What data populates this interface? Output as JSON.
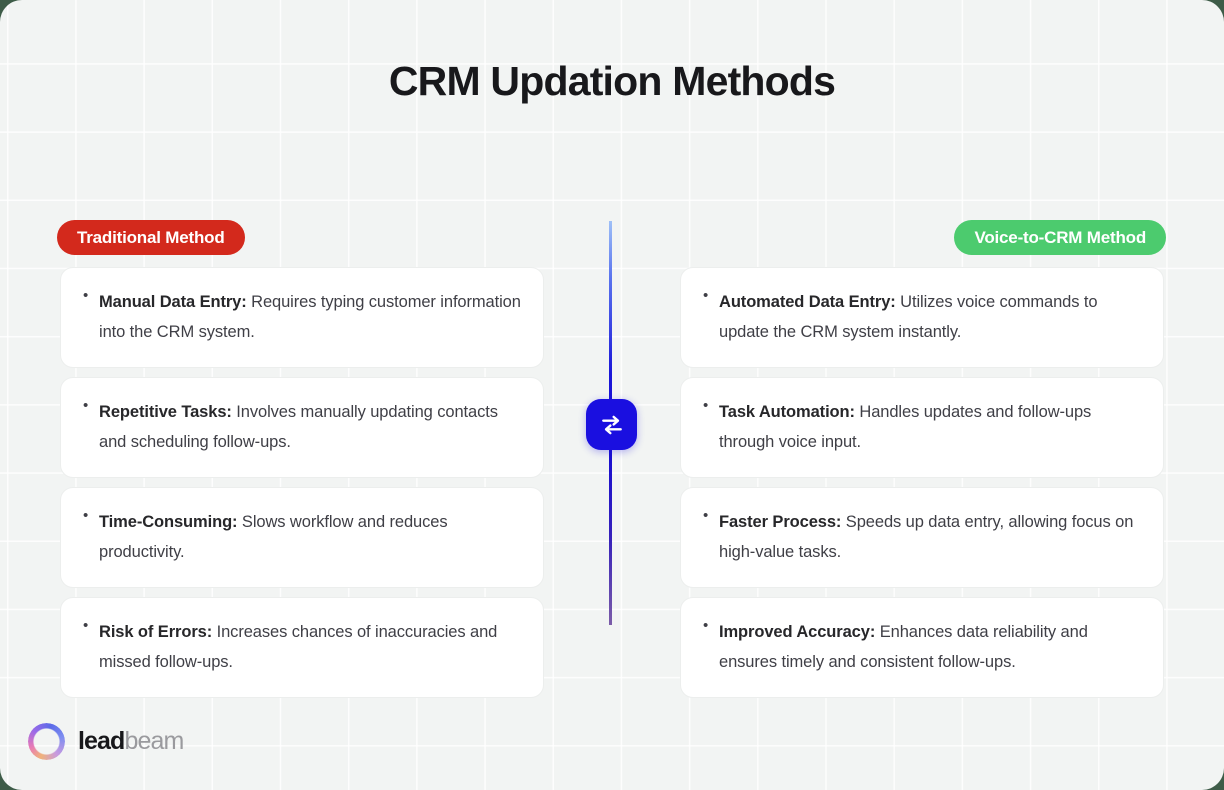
{
  "page": {
    "title": "CRM Updation Methods",
    "background_color": "#f2f4f3",
    "outer_color": "#3e5c48"
  },
  "columns": {
    "left": {
      "badge_label": "Traditional Method",
      "badge_color": "#d3291c",
      "items": [
        {
          "lead": "Manual Data Entry:",
          "rest": " Requires typing customer information into the CRM system."
        },
        {
          "lead": "Repetitive Tasks:",
          "rest": " Involves manually updating contacts and scheduling follow-ups."
        },
        {
          "lead": "Time-Consuming:",
          "rest": " Slows workflow and reduces productivity."
        },
        {
          "lead": "Risk of Errors:",
          "rest": " Increases chances of inaccuracies and missed follow-ups."
        }
      ]
    },
    "right": {
      "badge_label": "Voice-to-CRM Method",
      "badge_color": "#4ccb6e",
      "items": [
        {
          "lead": "Automated Data Entry:",
          "rest": " Utilizes voice commands to update the CRM system instantly."
        },
        {
          "lead": "Task Automation:",
          "rest": " Handles updates and follow-ups through voice input."
        },
        {
          "lead": "Faster Process:",
          "rest": " Speeds up data entry, allowing focus on high-value tasks."
        },
        {
          "lead": "Improved Accuracy:",
          "rest": " Enhances data reliability and ensures timely and consistent follow-ups."
        }
      ]
    }
  },
  "center": {
    "icon": "swap-arrows-icon",
    "icon_color": "#1a0fe0",
    "divider_gradient": [
      "#9fc0f7",
      "#1a0fd0",
      "#7b5ca8"
    ]
  },
  "logo": {
    "icon": "gradient-ring-icon",
    "name_bold": "lead",
    "name_light": "beam"
  }
}
